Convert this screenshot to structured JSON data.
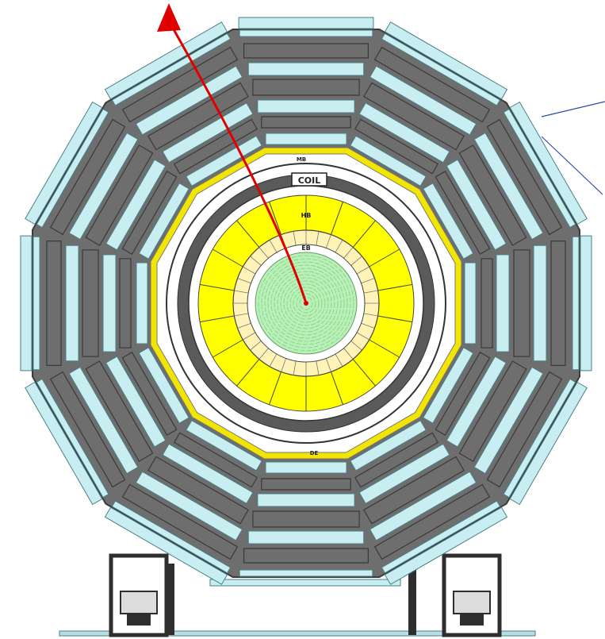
{
  "labels": {
    "coil": "COIL",
    "hb": "HB",
    "eb": "EB",
    "mb_top": "MB",
    "mb_bottom": "DE"
  },
  "colors": {
    "background": "#ffffff",
    "iron_yoke": "#6e6e6e",
    "iron_edge": "#3a3a3a",
    "muon_chamber": "#c8eef2",
    "chamber_edge": "#4a7f86",
    "coil": "#5a5a5a",
    "hcal": "#ffff00",
    "ecal": "#fff3b8",
    "tracker": "#b8f0b8",
    "track": "#e00000",
    "leader_line": "#2a4ca8",
    "yellow_band": "#f2e600"
  },
  "icons": {
    "track_arrow": "arrow-up-icon",
    "support_feet": "support-foot-icon"
  }
}
